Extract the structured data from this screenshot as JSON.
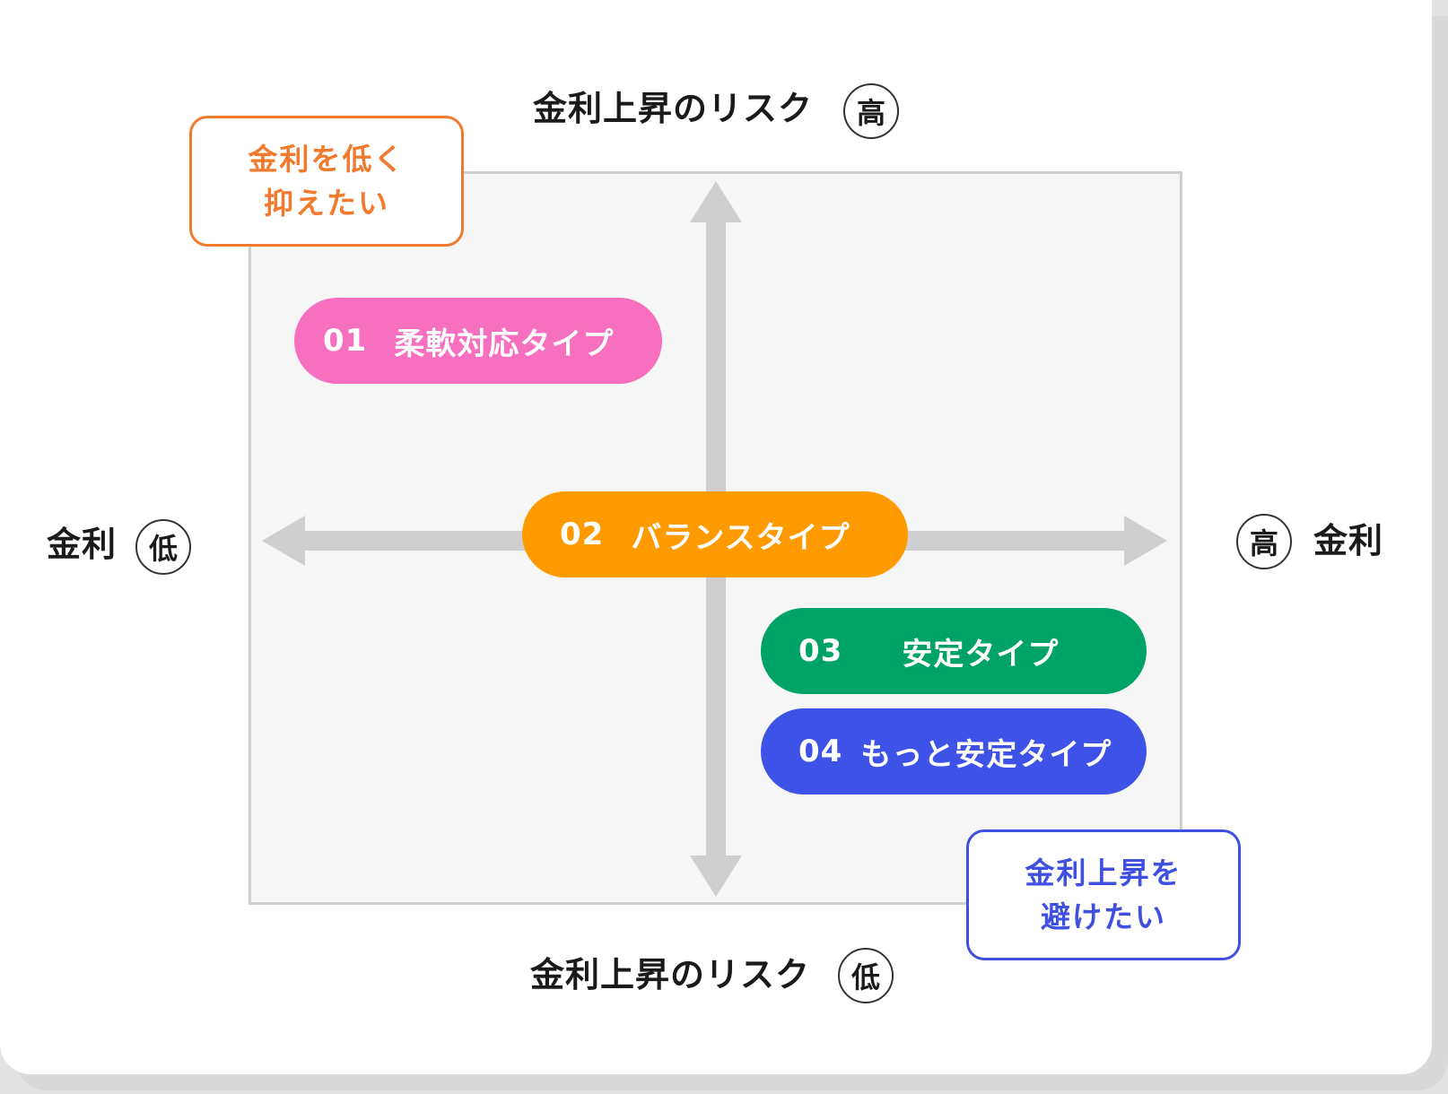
{
  "axes": {
    "top": {
      "label": "金利上昇のリスク",
      "badge": "高"
    },
    "bottom": {
      "label": "金利上昇のリスク",
      "badge": "低"
    },
    "left": {
      "label": "金利",
      "badge": "低"
    },
    "right": {
      "label": "金利",
      "badge": "高"
    }
  },
  "callouts": {
    "top_left": {
      "line1": "金利を低く",
      "line2": "抑えたい",
      "color": "#f07a2d"
    },
    "bottom_right": {
      "line1": "金利上昇を",
      "line2": "避けたい",
      "color": "#3f4fe0"
    }
  },
  "types": [
    {
      "num": "01",
      "label": "柔軟対応タイプ",
      "color": "#f76fbf"
    },
    {
      "num": "02",
      "label": "バランスタイプ",
      "color": "#ff9a00"
    },
    {
      "num": "03",
      "label": "安定タイプ",
      "color": "#00a366"
    },
    {
      "num": "04",
      "label": "もっと安定タイプ",
      "color": "#3f52e8"
    }
  ],
  "colors": {
    "plot_background": "#f6f6f6",
    "arrow": "#cfcfcf"
  }
}
